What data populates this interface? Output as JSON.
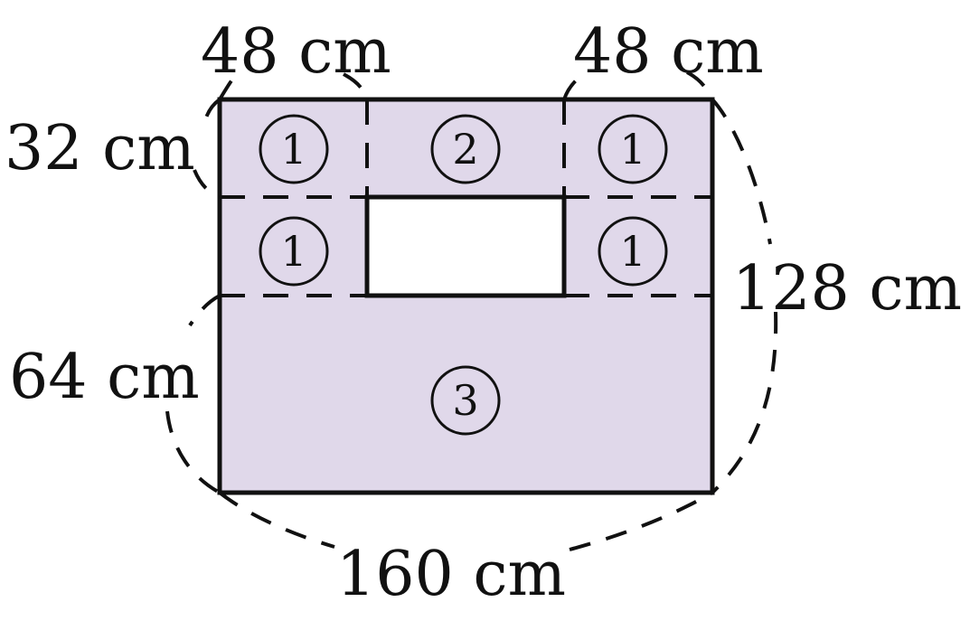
{
  "colors": {
    "fill": "#e0d8ea",
    "hole": "#ffffff",
    "stroke": "#111111"
  },
  "dimensions": {
    "top_left": "48 cm",
    "top_right": "48 cm",
    "left_top": "32 cm",
    "left_bottom": "64 cm",
    "right": "128 cm",
    "bottom": "160 cm"
  },
  "regions": {
    "r1_top_left": "1",
    "r2_top_middle": "2",
    "r1_top_right": "1",
    "r1_mid_left": "1",
    "r1_mid_right": "1",
    "r3_bottom": "3"
  }
}
